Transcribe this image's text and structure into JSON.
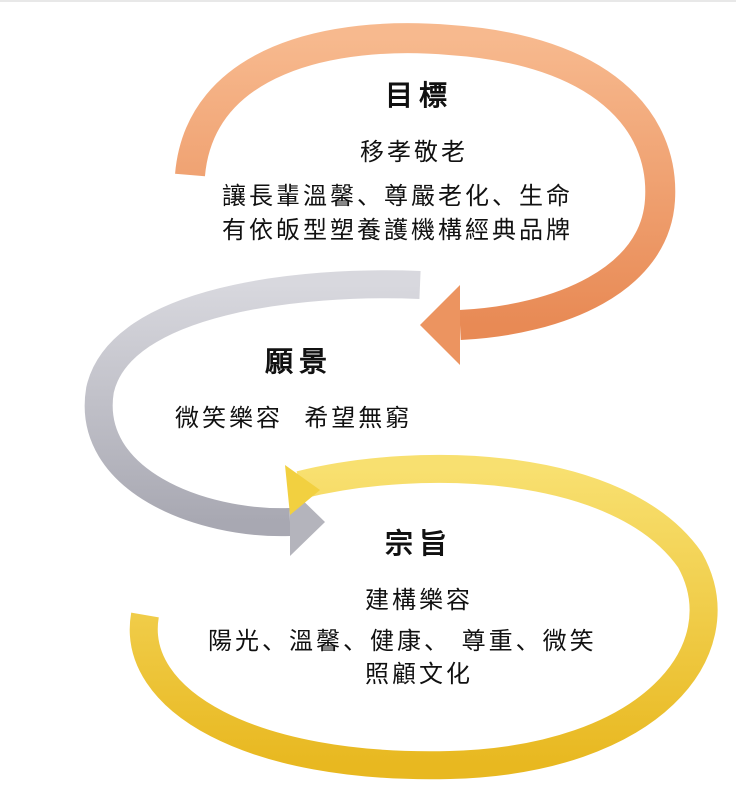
{
  "goal": {
    "title": "目標",
    "subtitle": "移孝敬老",
    "lines": [
      "讓長輩溫馨、尊嚴老化、生命",
      "有依皈型塑養護機構經典品牌"
    ]
  },
  "vision": {
    "title": "願景",
    "text": "微笑樂容  希望無窮"
  },
  "mission": {
    "title": "宗旨",
    "subtitle": "建構樂容",
    "lines": [
      "陽光、溫馨、健康、 尊重、微笑",
      "照顧文化"
    ]
  },
  "colors": {
    "orange": "#f0a070",
    "gray": "#c4c4cc",
    "yellow": "#f2d040"
  }
}
